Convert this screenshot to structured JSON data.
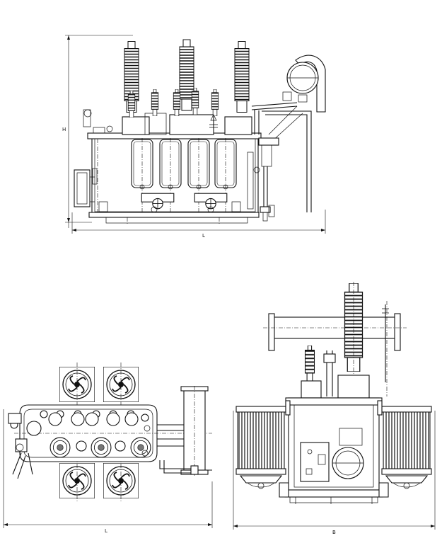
{
  "views": {
    "front": {
      "height_label": "H",
      "length_label": "L"
    },
    "plan": {
      "length_label": "L"
    },
    "side": {
      "width_label": "B"
    }
  }
}
